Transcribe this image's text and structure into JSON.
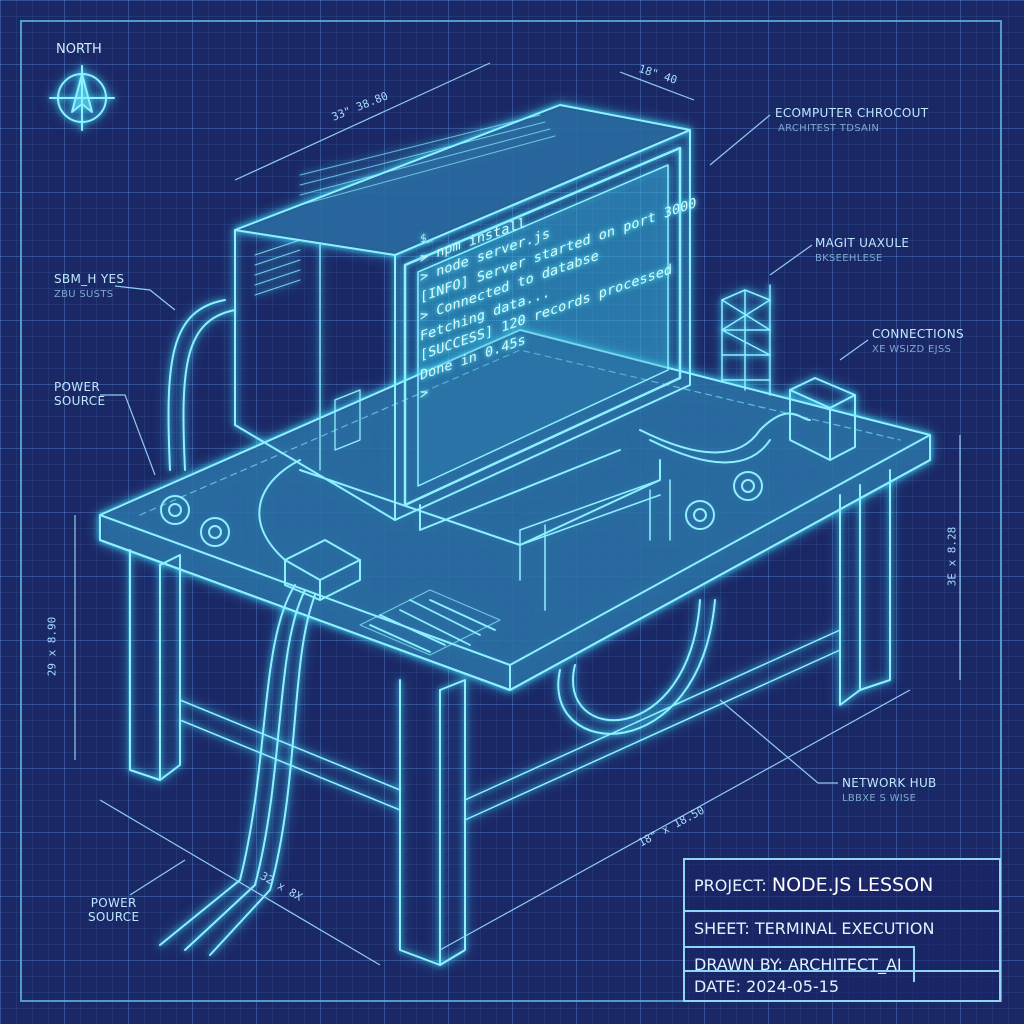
{
  "compass": {
    "label": "NORTH"
  },
  "terminal": {
    "lines": [
      "$_",
      "> npm install",
      "> node server.js",
      "[INFO] Server started on port 3000",
      "> Connected to databse",
      "Fetching data...",
      "[SUCCESS] 120 records processed",
      "Done in 0.45s",
      ">"
    ]
  },
  "callouts": {
    "computer": {
      "title": "ECOMPUTER CHROCOUT",
      "sub": "ARCHITEST TDSAIN"
    },
    "magic": {
      "title": "MAGIT UAXULE",
      "sub": "BKSEEHLESE"
    },
    "connections": {
      "title": "CONNECTIONS",
      "sub": "XE WSIZD EJSS"
    },
    "sbmh": {
      "title": "SBM_H YES",
      "sub": "ZBU SUSTS"
    },
    "power_top": {
      "title": "POWER\nSOURCE"
    },
    "network": {
      "title": "NETWORK HUB",
      "sub": "LBBXE S WISE"
    },
    "power_bottom": {
      "title": "POWER\nSOURCE"
    }
  },
  "dimensions": {
    "top_width": "33\" 38.80",
    "top_right": "18\" 40",
    "left_height": "29 x 8.90",
    "right_height": "3E x 8.28",
    "bottom_long": "18\" x 18.50",
    "bottom_short": "32 x 8X"
  },
  "title_block": {
    "project_key": "PROJECT:",
    "project_val": "NODE.JS LESSON",
    "sheet_key": "SHEET:",
    "sheet_val": "TERMINAL EXECUTION",
    "drawn_key": "DRAWN BY:",
    "drawn_val": "ARCHITECT_AI",
    "date_key": "DATE:",
    "date_val": "2024-05-15"
  },
  "colors": {
    "background": "#1b2866",
    "line": "#7fe8ff",
    "glow": "#3fe0ff",
    "screen": "#d8fbff"
  }
}
